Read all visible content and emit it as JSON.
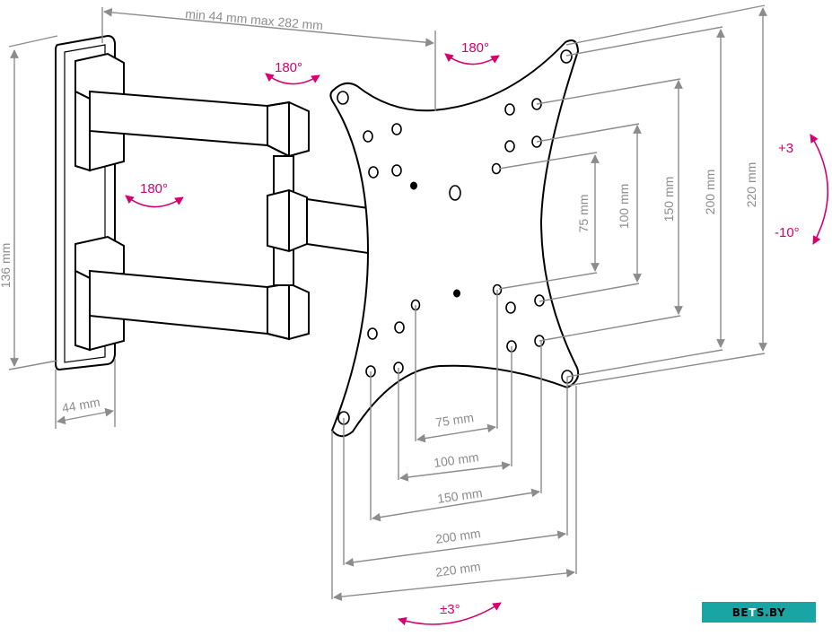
{
  "arm_extension": "min 44 mm max 282 mm",
  "wall_plate": {
    "height": "136 mm",
    "depth": "44 mm"
  },
  "rotations": {
    "top_left": "180°",
    "top_right": "180°",
    "middle": "180°",
    "tilt_up": "+3",
    "tilt_down": "-10°",
    "swivel": "±3°"
  },
  "vesa_vertical": [
    "75 mm",
    "100 mm",
    "150 mm",
    "200 mm",
    "220 mm"
  ],
  "vesa_horizontal": [
    "75 mm",
    "100 mm",
    "150 mm",
    "200 mm",
    "220 mm"
  ],
  "brand": {
    "prefix": "BE",
    "highlight": "T",
    "suffix": "S.BY"
  },
  "colors": {
    "dimension": "#8c8c8c",
    "rotation_arrow": "#d6006f",
    "outline": "#000000",
    "brand_bg": "#1aa5a5"
  }
}
